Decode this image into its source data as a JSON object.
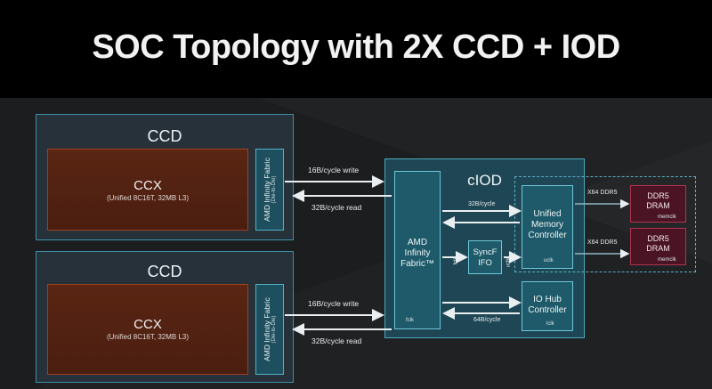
{
  "title": "SOC Topology with 2X CCD + IOD",
  "ccd_top": {
    "label": "CCD",
    "ccx_title": "CCX",
    "ccx_sub": "(Unified 8C16T, 32MB L3)",
    "fabric_line1": "AMD Infinity Fabric",
    "fabric_line2": "(Die-to-Die)"
  },
  "ccd_bottom": {
    "label": "CCD",
    "ccx_title": "CCX",
    "ccx_sub": "(Unified 8C16T, 32MB L3)",
    "fabric_line1": "AMD Infinity Fabric",
    "fabric_line2": "(Die-to-Die)"
  },
  "links": {
    "top_write": "16B/cycle write",
    "top_read": "32B/cycle read",
    "bottom_write": "16B/cycle write",
    "bottom_read": "32B/cycle read",
    "umc_bw": "32B/cycle",
    "iohub_bw": "64B/cycle",
    "ddr_top": "X64 DDR5",
    "ddr_bottom": "X64 DDR5"
  },
  "ciod": {
    "label": "cIOD",
    "fabric_l1": "AMD",
    "fabric_l2": "Infinity",
    "fabric_l3": "Fabric™",
    "fabric_clk": "fclk",
    "fclk_side": "fclk",
    "uclk_side": "uclk",
    "syncfifo_l1": "SyncF",
    "syncfifo_l2": "IFO",
    "umc_l1": "Unified",
    "umc_l2": "Memory",
    "umc_l3": "Controller",
    "umc_clk": "uclk",
    "iohub_l1": "IO Hub",
    "iohub_l2": "Controller",
    "iohub_clk": "lclk"
  },
  "dram_top": {
    "l1": "DDR5",
    "l2": "DRAM",
    "clk": "memclk"
  },
  "dram_bottom": {
    "l1": "DDR5",
    "l2": "DRAM",
    "clk": "memclk"
  }
}
